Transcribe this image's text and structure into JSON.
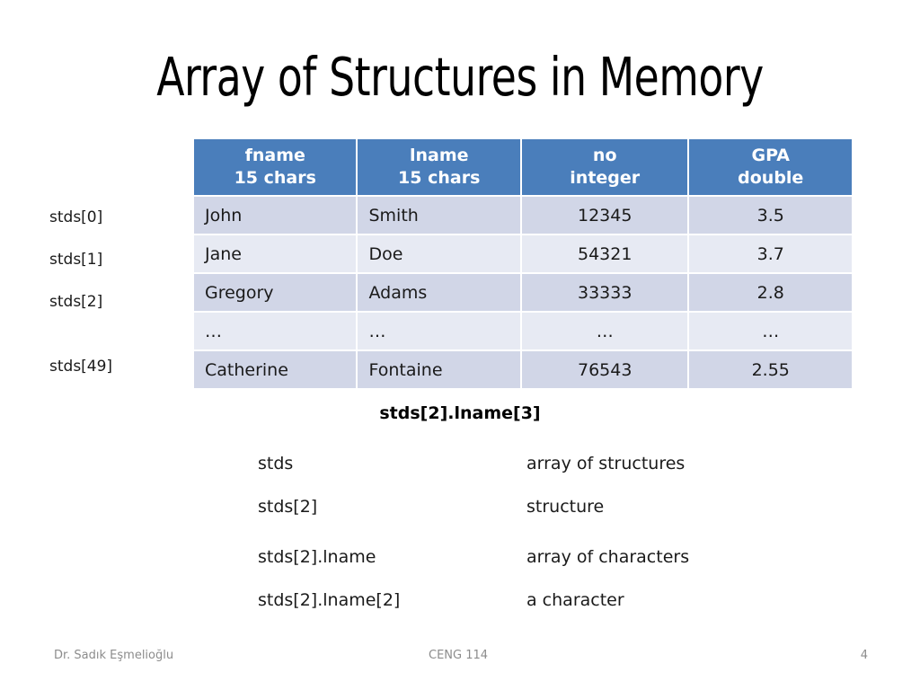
{
  "slide": {
    "title": "Array of Structures in Memory",
    "caption": "stds[2].lname[3]"
  },
  "colors": {
    "header_blue": "#4a7ebb",
    "row_odd": "#d1d6e7",
    "row_even": "#e7eaf3",
    "footer_gray": "#8c8c8c",
    "text": "#1a1a1a",
    "background": "#ffffff"
  },
  "table": {
    "columns": [
      {
        "name": "fname",
        "type": "15 chars",
        "align": "left"
      },
      {
        "name": "lname",
        "type": "15 chars",
        "align": "left"
      },
      {
        "name": "no",
        "type": "integer",
        "align": "center"
      },
      {
        "name": "GPA",
        "type": "double",
        "align": "center"
      }
    ],
    "row_labels": [
      {
        "key": "r0",
        "text": "stds[0]"
      },
      {
        "key": "r1",
        "text": "stds[1]"
      },
      {
        "key": "r2",
        "text": "stds[2]"
      },
      {
        "key": "r49",
        "text": "stds[49]"
      }
    ],
    "rows": [
      {
        "fname": "John",
        "lname": "Smith",
        "no": "12345",
        "gpa": "3.5"
      },
      {
        "fname": "Jane",
        "lname": "Doe",
        "no": "54321",
        "gpa": "3.7"
      },
      {
        "fname": "Gregory",
        "lname": "Adams",
        "no": "33333",
        "gpa": "2.8"
      },
      {
        "fname": "…",
        "lname": "…",
        "no": "…",
        "gpa": "…"
      },
      {
        "fname": "Catherine",
        "lname": "Fontaine",
        "no": "76543",
        "gpa": "2.55"
      }
    ]
  },
  "legend": [
    {
      "term": "stds",
      "desc": "array of structures"
    },
    {
      "term": "stds[2]",
      "desc": "structure"
    },
    {
      "term": "stds[2].lname",
      "desc": "array of characters"
    },
    {
      "term": "stds[2].lname[2]",
      "desc": "a character"
    }
  ],
  "footer": {
    "author": "Dr. Sadık Eşmelioğlu",
    "course": "CENG 114",
    "page": "4"
  }
}
